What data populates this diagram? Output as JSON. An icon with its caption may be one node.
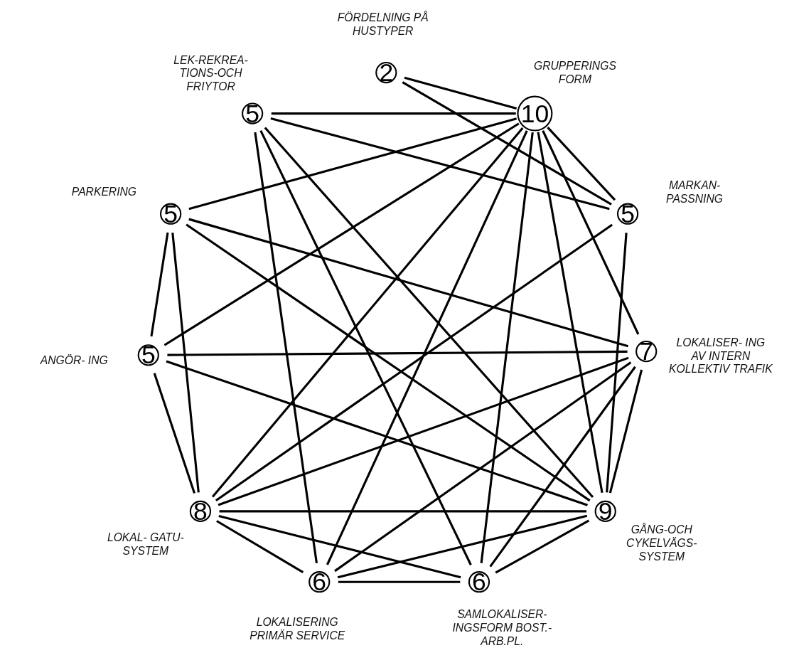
{
  "diagram": {
    "nodes": [
      {
        "text": [
          "2"
        ],
        "beside": [
          "FÖRDELNING PÅ HUSTYPER"
        ]
      },
      {
        "text": [
          "10"
        ],
        "beside": [
          "GRUPPERINGS FORM"
        ]
      },
      {
        "text": [
          "5"
        ],
        "beside": [
          "MARKAN- PASSNING"
        ]
      },
      {
        "text": [
          "7"
        ],
        "beside": [
          "LOKALISER- ING AV INTERN KOLLEKTIV TRAFIK"
        ]
      },
      {
        "text": [
          "9"
        ],
        "beside": [
          "GÅNG-OCH CYKELVÄGS- SYSTEM"
        ]
      },
      {
        "text": [
          "6"
        ],
        "beside": [
          "SAMLOKALISER- INGSFORM BOST.-ARB.PL."
        ]
      },
      {
        "text": [
          "6"
        ],
        "beside": [
          "LOKALISERING PRIMÄR SERVICE"
        ]
      },
      {
        "text": [
          "8"
        ],
        "beside": [
          "LOKAL- GATU- SYSTEM"
        ]
      },
      {
        "text": [
          "5"
        ],
        "beside": [
          "ANGÖR- ING"
        ]
      },
      {
        "text": [
          "5"
        ],
        "beside": [
          "PARKERING"
        ]
      },
      {
        "text": [
          "5"
        ],
        "beside": [
          "LEK-REKREA- TIONS-OCH FRIYTOR"
        ]
      }
    ],
    "edges": [
      {
        "from": 1,
        "to": 0,
        "arrow": "none"
      },
      {
        "from": 1,
        "to": 2,
        "arrow": "none"
      },
      {
        "from": 1,
        "to": 3,
        "arrow": "none"
      },
      {
        "from": 1,
        "to": 4,
        "arrow": "none"
      },
      {
        "from": 1,
        "to": 5,
        "arrow": "none"
      },
      {
        "from": 1,
        "to": 6,
        "arrow": "none"
      },
      {
        "from": 1,
        "to": 7,
        "arrow": "none"
      },
      {
        "from": 1,
        "to": 8,
        "arrow": "none"
      },
      {
        "from": 1,
        "to": 9,
        "arrow": "none"
      },
      {
        "from": 1,
        "to": 10,
        "arrow": "none"
      },
      {
        "from": 0,
        "to": 2,
        "arrow": "none"
      },
      {
        "from": 10,
        "to": 2,
        "arrow": "none"
      },
      {
        "from": 10,
        "to": 6,
        "arrow": "none"
      },
      {
        "from": 10,
        "to": 5,
        "arrow": "none"
      },
      {
        "from": 10,
        "to": 4,
        "arrow": "none"
      },
      {
        "from": 2,
        "to": 4,
        "arrow": "none"
      },
      {
        "from": 2,
        "to": 7,
        "arrow": "none"
      },
      {
        "from": 9,
        "to": 3,
        "arrow": "none"
      },
      {
        "from": 9,
        "to": 4,
        "arrow": "none"
      },
      {
        "from": 9,
        "to": 8,
        "arrow": "none"
      },
      {
        "from": 9,
        "to": 7,
        "arrow": "none"
      },
      {
        "from": 8,
        "to": 7,
        "arrow": "none"
      },
      {
        "from": 8,
        "to": 3,
        "arrow": "none"
      },
      {
        "from": 8,
        "to": 4,
        "arrow": "none"
      },
      {
        "from": 7,
        "to": 3,
        "arrow": "none"
      },
      {
        "from": 7,
        "to": 4,
        "arrow": "none"
      },
      {
        "from": 7,
        "to": 6,
        "arrow": "none"
      },
      {
        "from": 7,
        "to": 5,
        "arrow": "none"
      },
      {
        "from": 6,
        "to": 5,
        "arrow": "none"
      },
      {
        "from": 6,
        "to": 3,
        "arrow": "none"
      },
      {
        "from": 6,
        "to": 4,
        "arrow": "none"
      },
      {
        "from": 5,
        "to": 4,
        "arrow": "none"
      },
      {
        "from": 5,
        "to": 3,
        "arrow": "none"
      },
      {
        "from": 3,
        "to": 4,
        "arrow": "none"
      }
    ]
  }
}
